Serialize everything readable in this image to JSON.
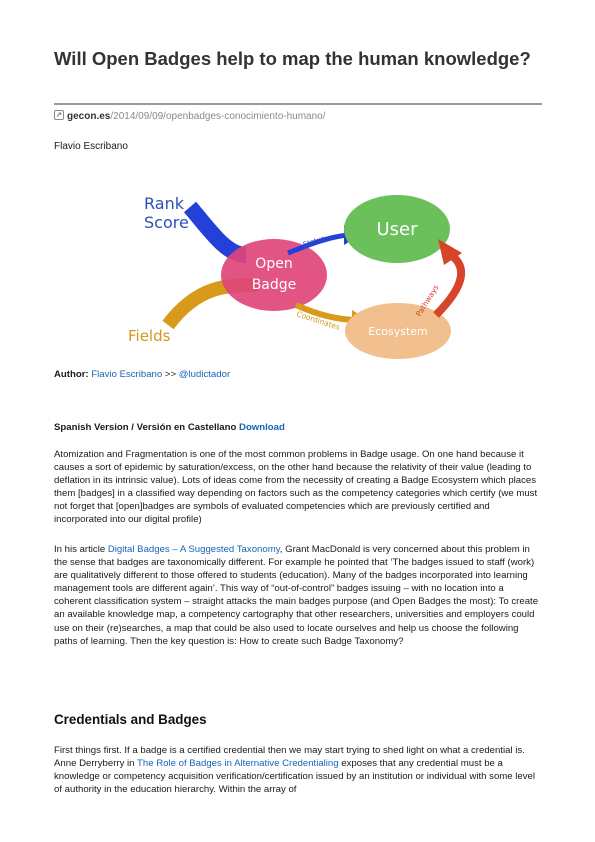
{
  "article": {
    "title": "Will Open Badges help to map the human knowledge?",
    "source_domain": "gecon.es",
    "source_path": "/2014/09/09/openbadges-conocimiento-humano/",
    "byline": "Flavio Escribano"
  },
  "diagram": {
    "labels": {
      "rank": "Rank",
      "score": "Score",
      "open": "Open",
      "badge": "Badge",
      "user": "User",
      "fields": "Fields",
      "ecosystem": "Ecosystem",
      "status": "Status",
      "coordinates": "Coordinates",
      "pathways": "Pathways"
    },
    "colors": {
      "rank_arrow": "#2440d8",
      "fields_arrow": "#d89a1a",
      "open_badge": "#e0457a",
      "user": "#6cc05c",
      "ecosystem": "#f2c08e",
      "pathways_arrow": "#d6452a",
      "blue_label": "#2d4fb6",
      "orange_label": "#d09a1f"
    }
  },
  "meta": {
    "author_label": "Author:",
    "author_name": "Flavio Escribano",
    "author_sep": ">>",
    "author_handle": "@ludictador",
    "spanish_label": "Spanish Version / Versión en Castellano",
    "download_label": "Download"
  },
  "body": {
    "p1": "Atomization and Fragmentation is one of the most common problems in Badge usage. On one hand because it causes a sort of epidemic by saturation/excess, on the other hand because the relativity of their value (leading to deflation in its intrinsic value). Lots of ideas come from the necessity of creating a Badge Ecosystem which places them [badges] in a classified way depending on factors such as the competency categories which certify (we must not forget that [open]badges are symbols of evaluated competencies which are previously certified and incorporated into our digital profile)",
    "p2_before": "In his article",
    "p2_link": "Digital Badges – A Suggested Taxonomy",
    "p2_after": ", Grant MacDonald is very concerned about this problem in the sense that badges are taxonomically different. For example he pointed that ‘The badges issued to staff (work) are qualitatively different to those offered to students (education). Many of the badges incorporated into learning management tools are different again’. This way of “out-of-control” badges issuing – with no location into a coherent classification system – straight attacks the main badges purpose (and Open Badges the most): To create an available knowledge map, a competency cartography that other researchers, universities and employers could use on their (re)searches, a map that could be also used to locate ourselves and help us choose the following paths of learning. Then the key question is: How to create such Badge Taxonomy?",
    "h2": "Credentials and Badges",
    "p3_before": "First things first. If a badge is a certified credential then we may start trying to shed light on what a credential is. Anne Derryberry in",
    "p3_link": "The Role of Badges in Alternative Credentialing",
    "p3_after": "exposes that any credential must be a knowledge or competency acquisition verification/certification issued by an institution or individual with some level of authority in the education hierarchy. Within the array of"
  }
}
